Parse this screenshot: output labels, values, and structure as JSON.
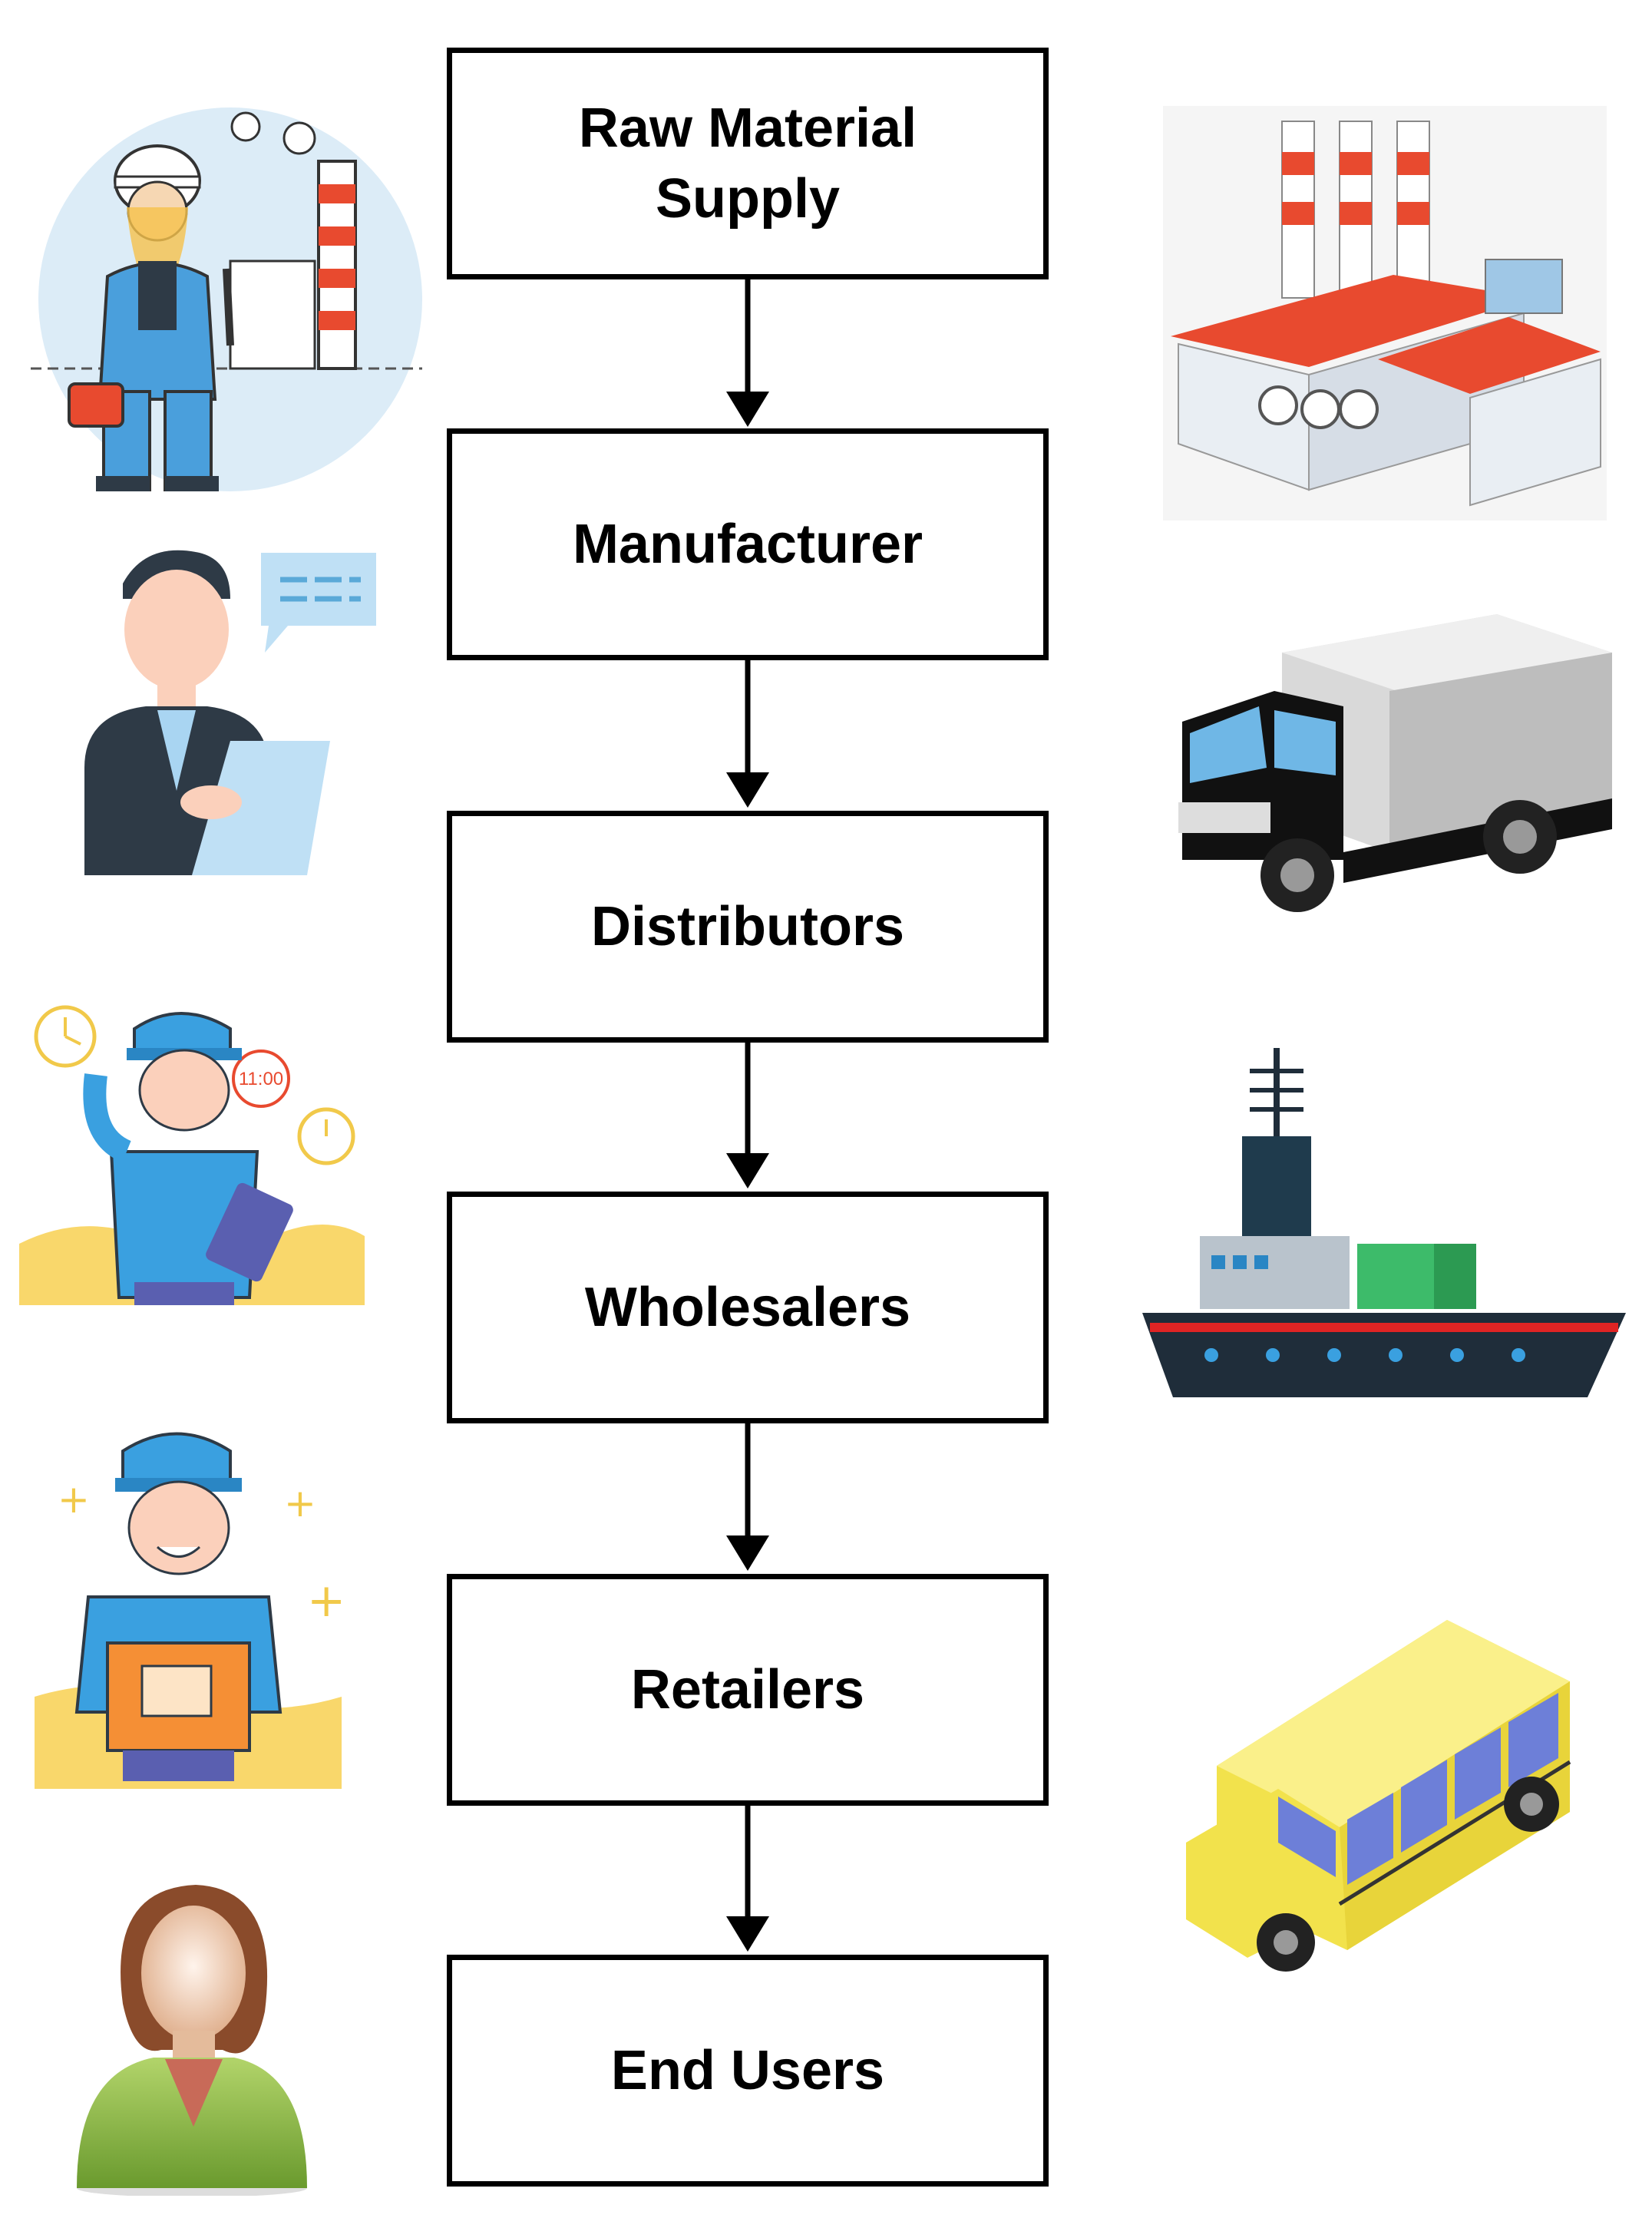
{
  "flow": {
    "steps": [
      {
        "label": "Raw Material\nSupply",
        "actor_icon": "engineer-worker-icon",
        "transport_icon": "factory-icon"
      },
      {
        "label": "Manufacturer",
        "actor_icon": "businessman-clipboard-icon",
        "transport_icon": "truck-icon"
      },
      {
        "label": "Distributors",
        "actor_icon": "courier-phone-icon",
        "transport_icon": "cargo-ship-icon"
      },
      {
        "label": "Wholesalers",
        "actor_icon": "delivery-man-box-icon",
        "transport_icon": "yellow-bus-icon"
      },
      {
        "label": "Retailers",
        "actor_icon": "",
        "transport_icon": ""
      },
      {
        "label": "End Users",
        "actor_icon": "woman-avatar-icon",
        "transport_icon": ""
      }
    ]
  },
  "colors": {
    "box_border": "#000000",
    "arrow": "#000000",
    "factory_roof": "#e84a2f",
    "truck_cab": "#111111",
    "ship_hull": "#1f2d3a",
    "bus_body": "#f2e24c"
  }
}
